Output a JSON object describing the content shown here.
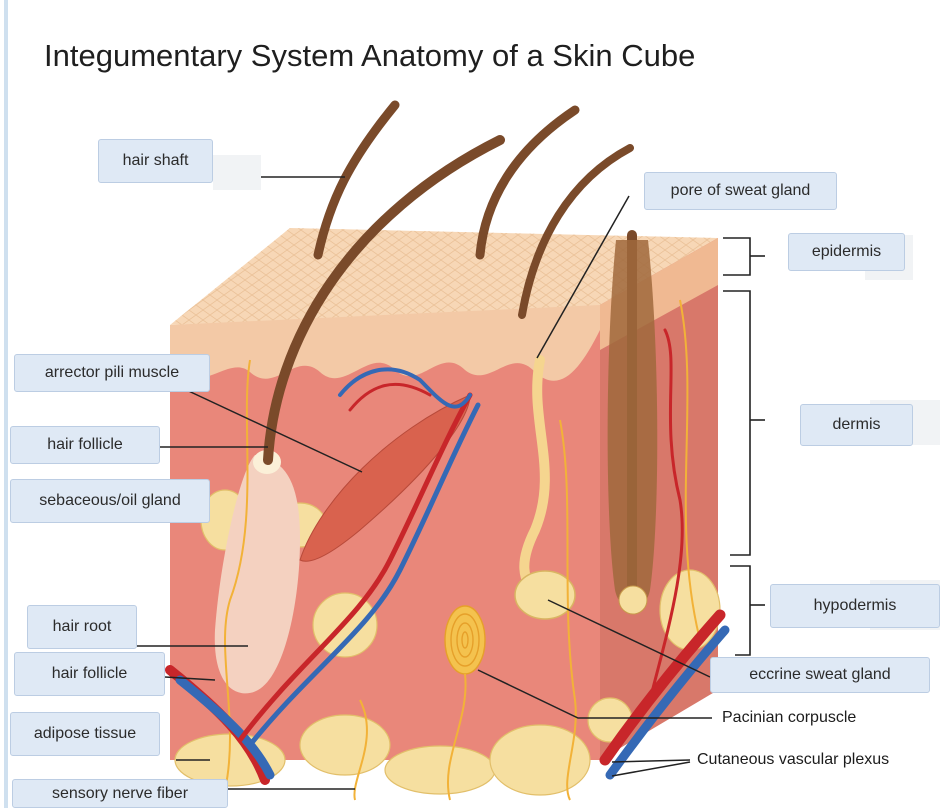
{
  "title": "Integumentary System Anatomy of a Skin Cube",
  "labels": {
    "hair_shaft": "hair shaft",
    "pore_of_sweat_gland": "pore of sweat gland",
    "epidermis": "epidermis",
    "arrector_pili_muscle": "arrector pili muscle",
    "hair_follicle_upper": "hair follicle",
    "dermis": "dermis",
    "sebaceous_oil_gland": "sebaceous/oil gland",
    "hypodermis": "hypodermis",
    "hair_root": "hair root",
    "hair_follicle_lower": "hair follicle",
    "eccrine_sweat_gland": "eccrine sweat gland",
    "adipose_tissue": "adipose tissue",
    "pacinian_corpuscle": "Pacinian corpuscle",
    "cutaneous_vascular_plexus": "Cutaneous vascular plexus",
    "sensory_nerve_fiber": "sensory nerve fiber"
  },
  "colors": {
    "label_fill": "#dfe9f5",
    "label_border": "#bccde3",
    "epidermis_top": "#f7d7b6",
    "dermis": "#e9877a",
    "hypodermis_fat": "#f6dfa0",
    "artery": "#c8262a",
    "vein": "#3569b5",
    "nerve": "#f2b238",
    "hair": "#7a4a2a"
  }
}
